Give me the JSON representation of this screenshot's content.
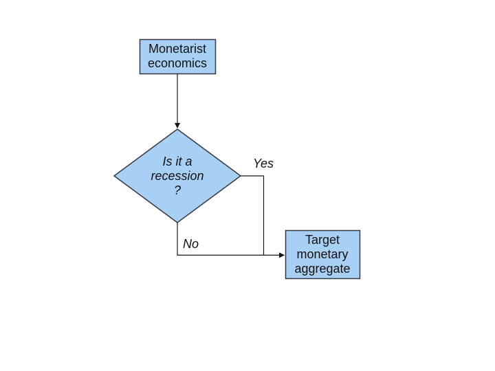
{
  "flowchart": {
    "nodes": {
      "start": {
        "label": "Monetarist\neconomics",
        "shape": "rectangle"
      },
      "decision": {
        "label": "Is it a\nrecession\n?",
        "shape": "diamond"
      },
      "outcome": {
        "label": "Target\nmonetary\naggregate",
        "shape": "rectangle"
      }
    },
    "edges": {
      "yes": {
        "label": "Yes"
      },
      "no": {
        "label": "No"
      }
    },
    "colors": {
      "background": "#FFFFFF",
      "node_fill": "#A8D0F5",
      "node_border": "#36363E",
      "connector": "#141414",
      "text": "#101010"
    }
  }
}
